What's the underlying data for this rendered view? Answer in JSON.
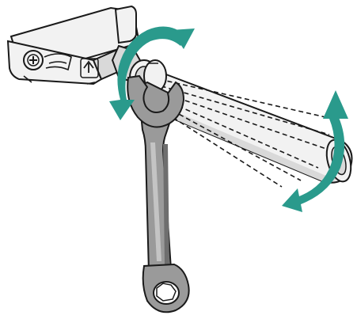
{
  "figure": {
    "kind": "technical-illustration",
    "description_visible_text": "",
    "parts": [
      {
        "id": "valve-body",
        "icon": "valve-block-icon"
      },
      {
        "id": "screw-head",
        "icon": "phillips-screw-icon"
      },
      {
        "id": "direction-mark",
        "icon": "up-arrow-icon"
      },
      {
        "id": "hex-nut",
        "icon": "hex-nut-icon"
      },
      {
        "id": "shower-head",
        "icon": "cylinder-icon"
      },
      {
        "id": "spray-pattern",
        "icon": "dashed-spray-lines"
      },
      {
        "id": "wrench",
        "icon": "open-end-wrench-icon"
      },
      {
        "id": "rotate-arrow-top",
        "icon": "curved-rotate-arrow-icon"
      },
      {
        "id": "rotate-arrow-right",
        "icon": "curved-rotate-arrow-icon"
      }
    ]
  },
  "colors": {
    "line": "#1a1a1a",
    "body_fill": "#f2f2f2",
    "body_shade": "#d9d9d9",
    "wrench_fill": "#9a9a9a",
    "wrench_dark": "#6e6e6e",
    "wrench_light": "#c4c4c4",
    "arrow_teal": "#2a9a8c"
  }
}
